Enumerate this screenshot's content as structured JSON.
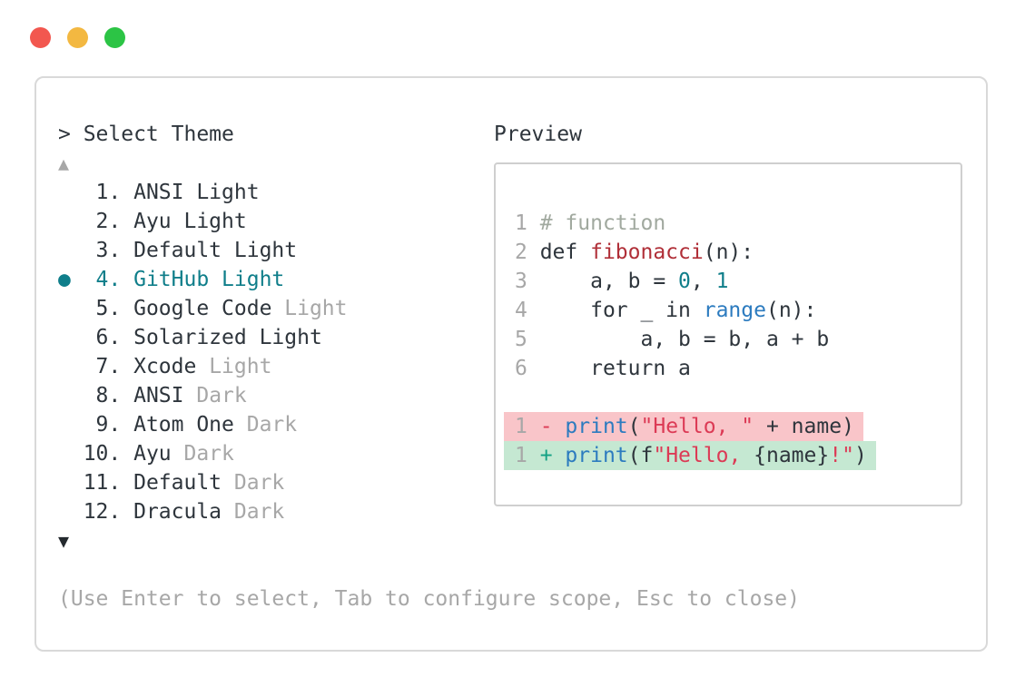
{
  "colors": {
    "text-dark": "#2e353c",
    "muted-gray": "#a7a7a7",
    "accent-teal": "#0f7e8a",
    "comment-green": "#a1a99f",
    "func-red": "#b02f38",
    "builtin-blue": "#2c7bbf",
    "string-red": "#dc3a55",
    "plus-green": "#13a184",
    "removed-bg": "#f9c5c9",
    "added-bg": "#c5e8d2",
    "window-border": "#d9d9d9",
    "preview-border": "#cfcfcf",
    "traffic-red": "#f2574f",
    "traffic-yellow": "#f3b841",
    "traffic-green": "#2cc445"
  },
  "theme_selector": {
    "title": "> Select Theme",
    "scroll_up": "▲",
    "scroll_down": "▼",
    "selected_marker": "●",
    "items": [
      {
        "num": " 1.",
        "name": "ANSI Light",
        "muted": "",
        "selected": false
      },
      {
        "num": " 2.",
        "name": "Ayu Light",
        "muted": "",
        "selected": false
      },
      {
        "num": " 3.",
        "name": "Default Light",
        "muted": "",
        "selected": false
      },
      {
        "num": " 4.",
        "name": "GitHub Light",
        "muted": "",
        "selected": true
      },
      {
        "num": " 5.",
        "name": "Google Code ",
        "muted": "Light",
        "selected": false
      },
      {
        "num": " 6.",
        "name": "Solarized Light",
        "muted": "",
        "selected": false
      },
      {
        "num": " 7.",
        "name": "Xcode ",
        "muted": "Light",
        "selected": false
      },
      {
        "num": " 8.",
        "name": "ANSI ",
        "muted": "Dark",
        "selected": false
      },
      {
        "num": " 9.",
        "name": "Atom One ",
        "muted": "Dark",
        "selected": false
      },
      {
        "num": "10.",
        "name": "Ayu ",
        "muted": "Dark",
        "selected": false
      },
      {
        "num": "11.",
        "name": "Default ",
        "muted": "Dark",
        "selected": false
      },
      {
        "num": "12.",
        "name": "Dracula ",
        "muted": "Dark",
        "selected": false
      }
    ],
    "hint": "(Use Enter to select, Tab to configure scope, Esc to close)"
  },
  "preview": {
    "title": "Preview",
    "lines": [
      {
        "type": "blank"
      },
      {
        "type": "code",
        "num": "1",
        "tokens": [
          {
            "t": "# function",
            "c": "comment"
          }
        ]
      },
      {
        "type": "code",
        "num": "2",
        "tokens": [
          {
            "t": "def ",
            "c": "default"
          },
          {
            "t": "fibonacci",
            "c": "func"
          },
          {
            "t": "(n):",
            "c": "default"
          }
        ]
      },
      {
        "type": "code",
        "num": "3",
        "tokens": [
          {
            "t": "    a, b = ",
            "c": "default"
          },
          {
            "t": "0",
            "c": "num"
          },
          {
            "t": ", ",
            "c": "default"
          },
          {
            "t": "1",
            "c": "num"
          }
        ]
      },
      {
        "type": "code",
        "num": "4",
        "tokens": [
          {
            "t": "    for _ in ",
            "c": "default"
          },
          {
            "t": "range",
            "c": "builtin"
          },
          {
            "t": "(n):",
            "c": "default"
          }
        ]
      },
      {
        "type": "code",
        "num": "5",
        "tokens": [
          {
            "t": "        a, b = b, a + b",
            "c": "default"
          }
        ]
      },
      {
        "type": "code",
        "num": "6",
        "tokens": [
          {
            "t": "    return a",
            "c": "default"
          }
        ]
      },
      {
        "type": "blank"
      },
      {
        "type": "removed",
        "num": "1",
        "tokens": [
          {
            "t": "- ",
            "c": "minus"
          },
          {
            "t": "print",
            "c": "builtin"
          },
          {
            "t": "(",
            "c": "default"
          },
          {
            "t": "\"Hello, \"",
            "c": "str"
          },
          {
            "t": " + name)",
            "c": "default"
          }
        ]
      },
      {
        "type": "added",
        "num": "1",
        "tokens": [
          {
            "t": "+ ",
            "c": "plus"
          },
          {
            "t": "print",
            "c": "builtin"
          },
          {
            "t": "(f",
            "c": "default"
          },
          {
            "t": "\"Hello, ",
            "c": "str"
          },
          {
            "t": "{name}",
            "c": "default"
          },
          {
            "t": "!\"",
            "c": "str"
          },
          {
            "t": ")",
            "c": "default"
          }
        ]
      }
    ]
  }
}
